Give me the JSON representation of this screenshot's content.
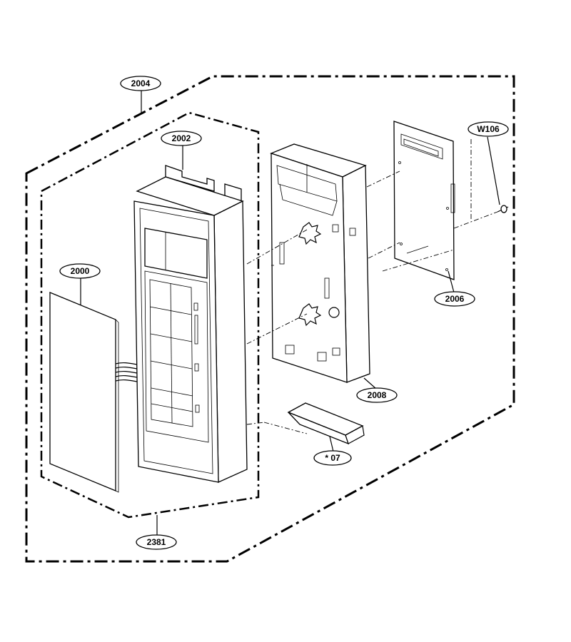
{
  "callouts": {
    "c2004": "2004",
    "c2002": "2002",
    "c2000": "2000",
    "cw106": "W106",
    "c2006": "2006",
    "c2008": "2008",
    "c07": "* 07",
    "c2381": "2381"
  }
}
